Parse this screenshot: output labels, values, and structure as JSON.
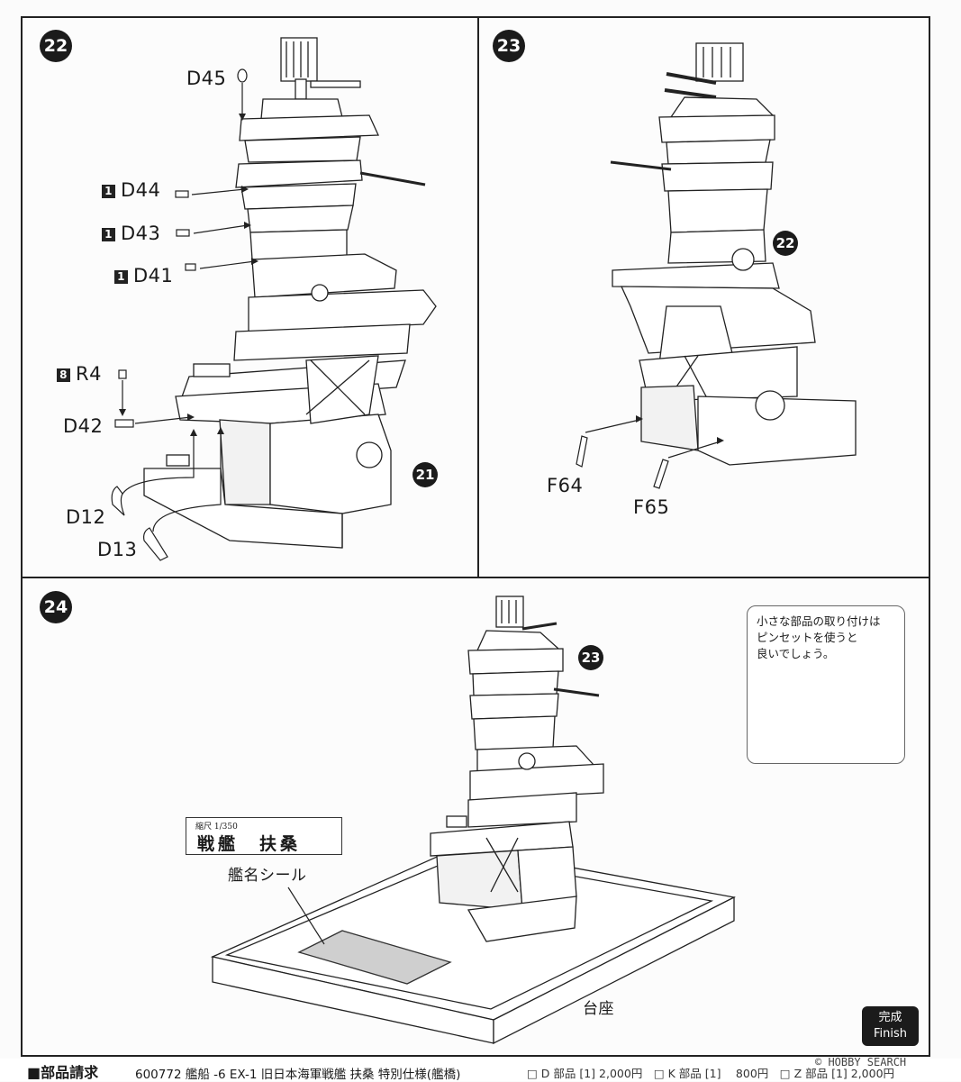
{
  "steps": {
    "s22": {
      "number": "22",
      "parts": {
        "d45": "D45",
        "d44": {
          "qty": "1",
          "code": "D44"
        },
        "d43": {
          "qty": "1",
          "code": "D43"
        },
        "d41": {
          "qty": "1",
          "code": "D41"
        },
        "r4": {
          "qty": "8",
          "code": "R4"
        },
        "d42": "D42",
        "d12": "D12",
        "d13": "D13"
      },
      "ref_badge": "21"
    },
    "s23": {
      "number": "23",
      "parts": {
        "f64": "F64",
        "f65": "F65"
      },
      "ref_badge": "22"
    },
    "s24": {
      "number": "24",
      "ref_badge": "23",
      "tip_lines": [
        "小さな部品の取り付けは",
        "ピンセットを使うと",
        "良いでしょう。"
      ],
      "nameplate": {
        "scale": "縮尺 1/350",
        "name": "戦艦　扶桑"
      },
      "label_seal": "艦名シール",
      "label_base": "台座",
      "finish": {
        "jp": "完成",
        "en": "Finish"
      }
    }
  },
  "footer": {
    "request": "■部品請求",
    "product": "600772 艦船 -6 EX-1 旧日本海軍戦艦 扶桑 特別仕様(艦橋)",
    "parts_prices": "□ D 部品 [1] 2,000円　□ K 部品 [1] 　800円　□ Z 部品 [1] 2,000円"
  },
  "watermark": "© HOBBY SEARCH"
}
